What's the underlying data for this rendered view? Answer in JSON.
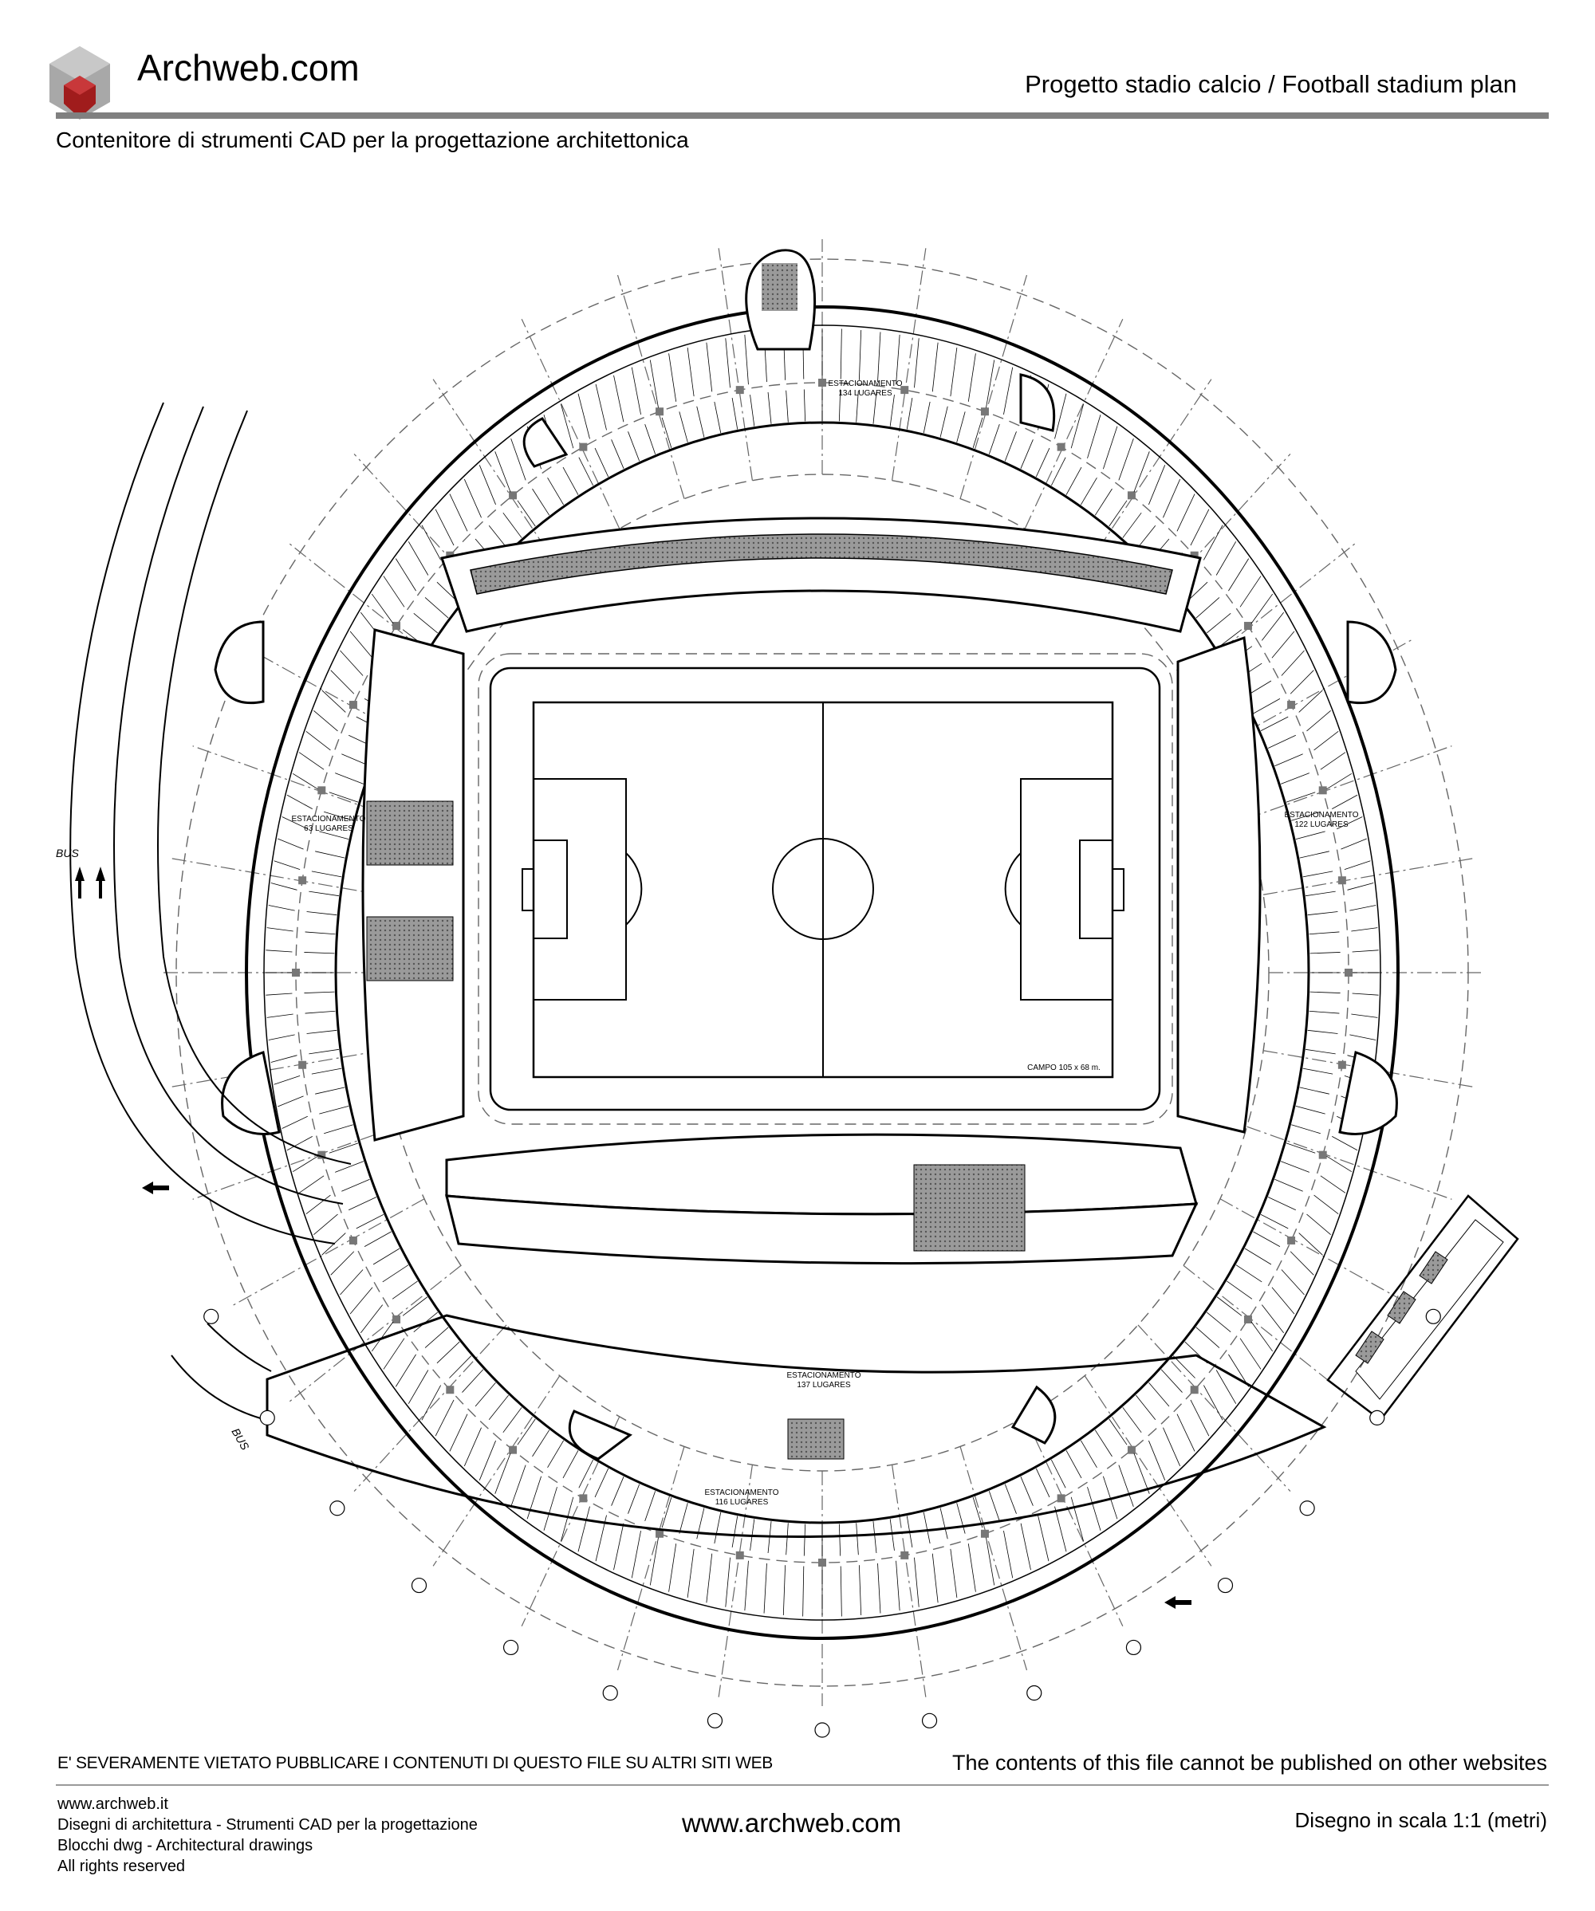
{
  "header": {
    "brand": "Archweb.com",
    "title": "Progetto stadio calcio  /  Football stadium plan",
    "subtitle": "Contenitore di strumenti CAD per la progettazione architettonica",
    "logo_colors": {
      "gray": "#9a9a9a",
      "red": "#a01c1c"
    }
  },
  "plan": {
    "field_label": "CAMPO 105 x 68 m.",
    "parking": [
      {
        "name": "ESTACIONAMENTO",
        "count": "134 LUGARES"
      },
      {
        "name": "ESTACIONAMENTO",
        "count": "63 LUGARES"
      },
      {
        "name": "ESTACIONAMENTO",
        "count": "122 LUGARES"
      },
      {
        "name": "ESTACIONAMENTO",
        "count": "137 LUGARES"
      },
      {
        "name": "ESTACIONAMENTO",
        "count": "116 LUGARES"
      }
    ],
    "bus_labels": [
      "BUS",
      "BUS"
    ],
    "colors": {
      "line": "#000000",
      "hatch": "#7a7a7a",
      "grid": "#555555"
    }
  },
  "footer": {
    "warning_it": "E' SEVERAMENTE VIETATO PUBBLICARE I CONTENUTI DI QUESTO FILE SU ALTRI SITI WEB",
    "warning_en": "The contents of this file cannot be published on other websites",
    "lines": [
      "www.archweb.it",
      "Disegni di architettura - Strumenti CAD  per la progettazione",
      "Blocchi dwg - Architectural drawings",
      "All rights reserved"
    ],
    "center_url": "www.archweb.com",
    "scale": "Disegno in scala 1:1 (metri)"
  }
}
